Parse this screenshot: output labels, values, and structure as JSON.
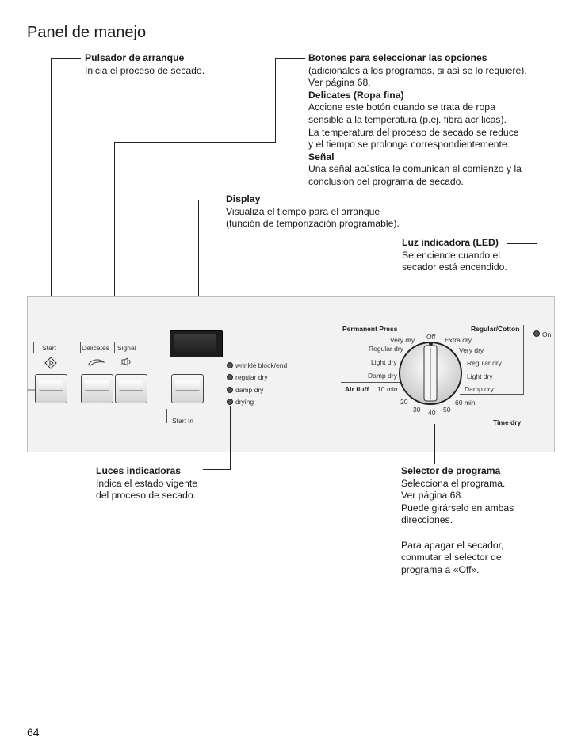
{
  "page": {
    "title": "Panel de manejo",
    "page_number": "64"
  },
  "annotations": {
    "start": {
      "heading": "Pulsador de arranque",
      "text": "Inicia el proceso de secado."
    },
    "options": {
      "heading": "Botones para seleccionar las opciones",
      "lines": [
        "(adicionales a los programas, si así se lo requiere).",
        "Ver página 68."
      ],
      "delicates_heading": "Delicates (Ropa fina)",
      "delicates_lines": [
        "Accione este botón cuando se trata de ropa",
        "sensible a la temperatura (p.ej. fibra acrílicas).",
        "La temperatura del proceso de secado se reduce",
        "y el tiempo se prolonga correspondientemente."
      ],
      "signal_heading": "Señal",
      "signal_lines": [
        "Una señal acústica le comunican el comienzo y la",
        "conclusión del programa de secado."
      ]
    },
    "display": {
      "heading": "Display",
      "lines": [
        "Visualiza el tiempo para el arranque",
        "(función de temporización programable)."
      ]
    },
    "led": {
      "heading": "Luz indicadora (LED)",
      "lines": [
        "Se enciende cuando el",
        "secador está encendido."
      ]
    },
    "indicators": {
      "heading": "Luces indicadoras",
      "lines": [
        "Indica el estado vigente",
        "del proceso de secado."
      ]
    },
    "selector": {
      "heading": "Selector de programa",
      "lines": [
        "Selecciona el programa.",
        "Ver página 68.",
        "Puede girárselo en ambas",
        "direcciones.",
        "",
        "Para apagar el secador,",
        "conmutar el selector de",
        "programa a «Off»."
      ]
    }
  },
  "panel": {
    "buttons": {
      "start": "Start",
      "delicates": "Delicates",
      "signal": "Signal",
      "start_in": "Start in"
    },
    "indicators": [
      "wrinkle block/end",
      "regular dry",
      "damp dry",
      "drying"
    ],
    "on_label": "On",
    "dial": {
      "permanent_press": "Permanent Press",
      "regular_cotton": "Regular/Cotton",
      "off": "Off",
      "left": [
        "Very dry",
        "Regular dry",
        "Light dry",
        "Damp dry"
      ],
      "right": [
        "Extra dry",
        "Very dry",
        "Regular dry",
        "Light dry",
        "Damp dry"
      ],
      "air_fluff": "Air fluff",
      "times": [
        "10 min.",
        "20",
        "30",
        "40",
        "50",
        "60 min."
      ],
      "time_dry": "Time dry"
    }
  }
}
